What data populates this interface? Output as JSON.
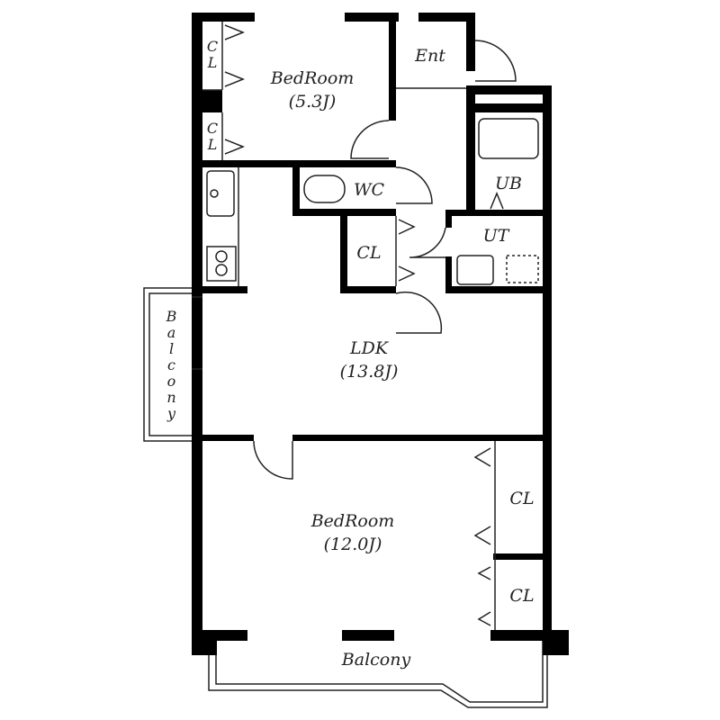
{
  "rooms": {
    "bedroom_small": {
      "name": "BedRoom",
      "size": "(5.3J)"
    },
    "entrance": {
      "name": "Ent"
    },
    "unit_bath": {
      "name": "UB"
    },
    "toilet": {
      "name": "WC"
    },
    "utility": {
      "name": "UT"
    },
    "closet_hall": {
      "name": "CL"
    },
    "closet_top_1": {
      "name": "C L"
    },
    "closet_top_2": {
      "name": "C L"
    },
    "ldk": {
      "name": "LDK",
      "size": "(13.8J)"
    },
    "bedroom_large": {
      "name": "BedRoom",
      "size": "(12.0J)"
    },
    "closet_right_1": {
      "name": "CL"
    },
    "closet_right_2": {
      "name": "CL"
    },
    "balcony_side": {
      "name": "Balcony"
    },
    "balcony_bottom": {
      "name": "Balcony"
    }
  },
  "colors": {
    "wall": "#000000",
    "line": "#222222",
    "background": "#ffffff"
  }
}
